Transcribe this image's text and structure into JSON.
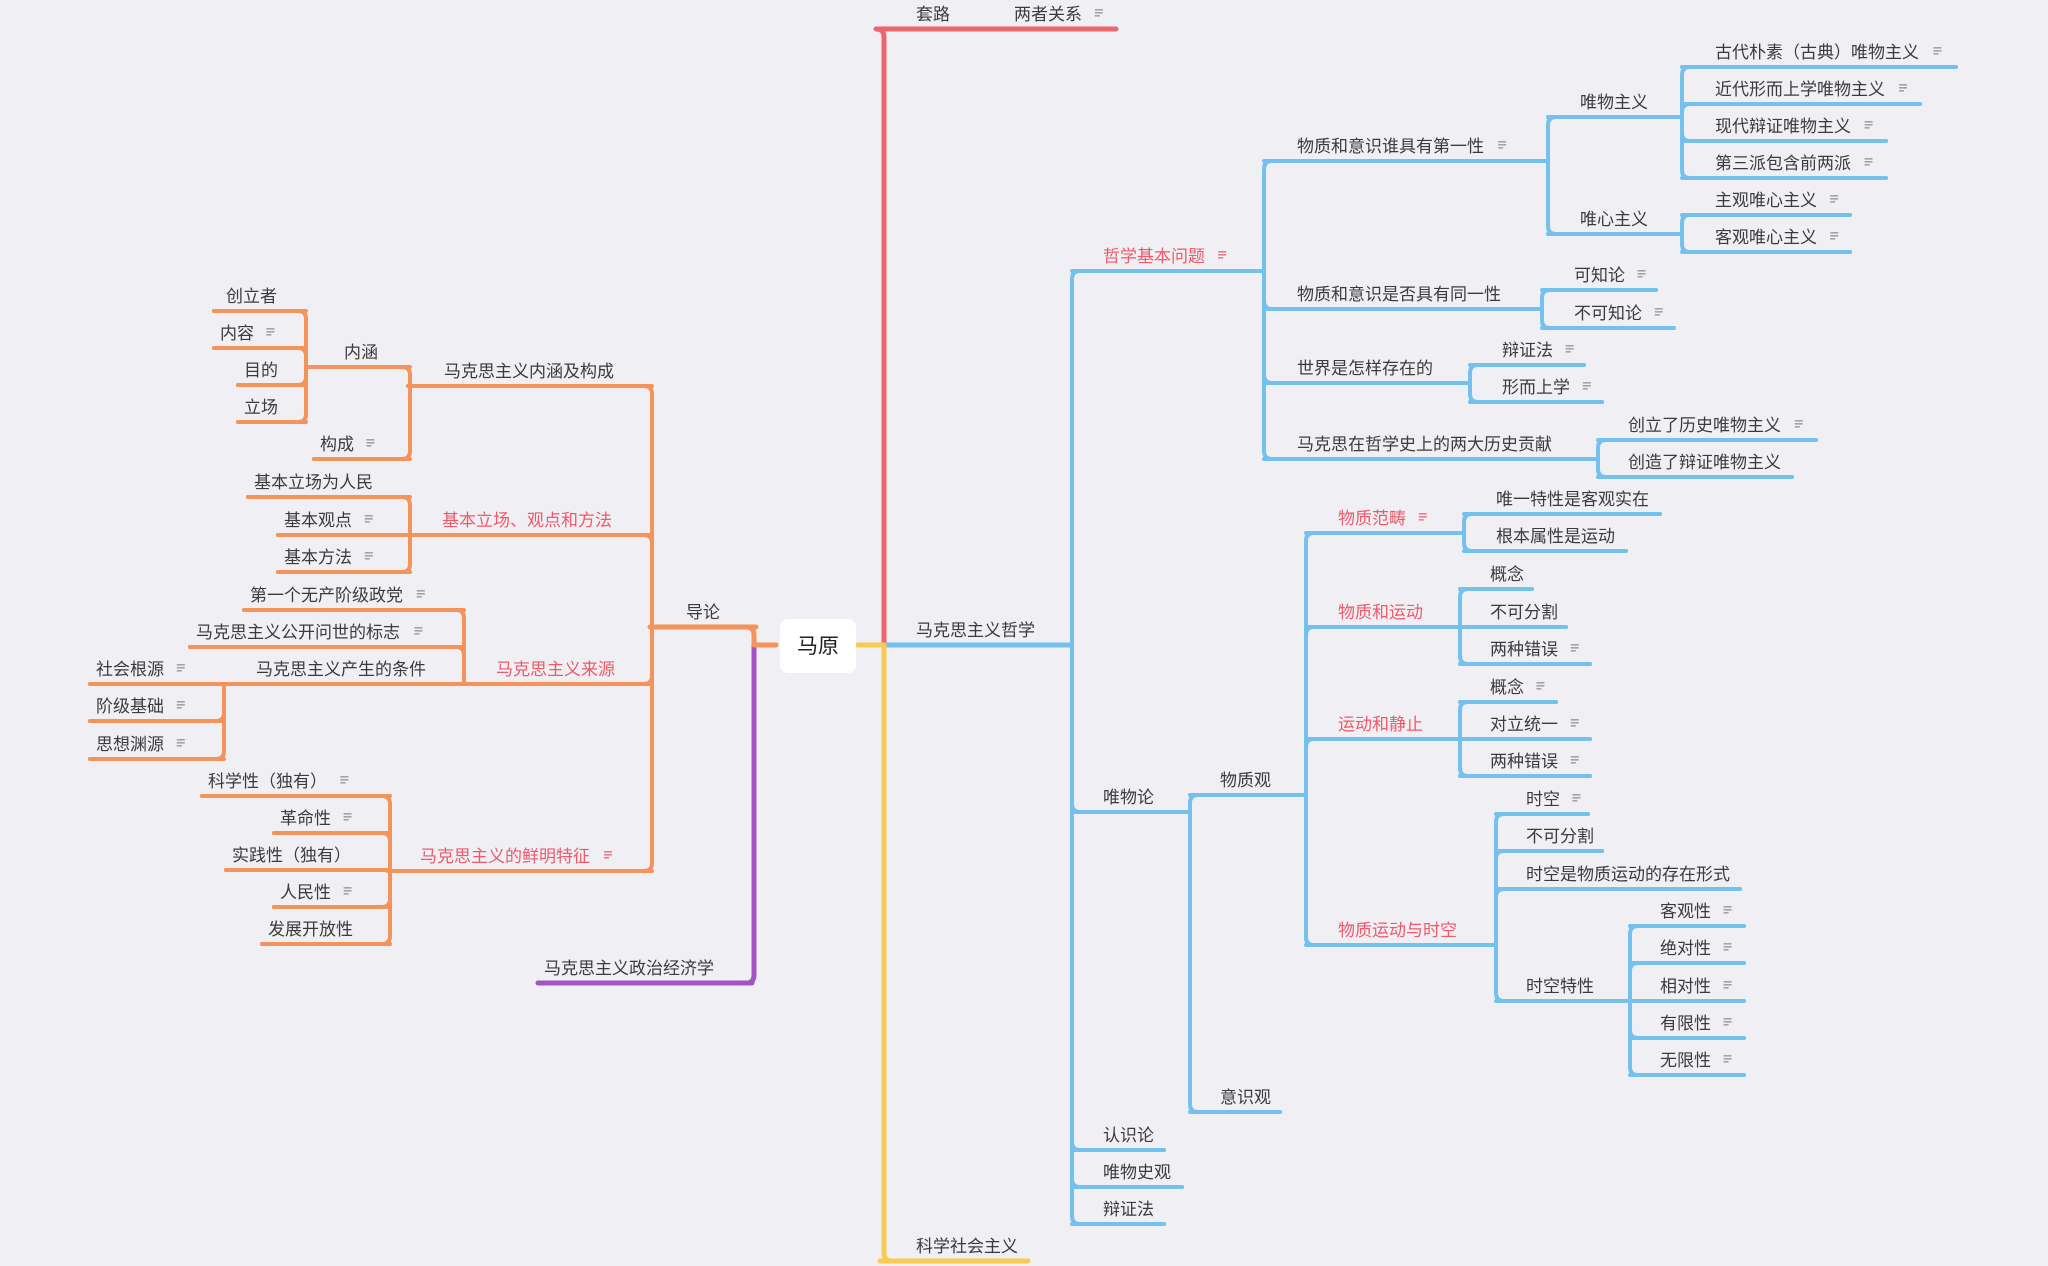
{
  "root": {
    "label": "马原"
  },
  "colors": {
    "red": "#ec6670",
    "orange": "#f4935a",
    "purple": "#a453c3",
    "yellow": "#f8cb53",
    "blue": "#75c1ee",
    "highlight_text": "#ee5a6a"
  },
  "nodes": {
    "taolu": "套路",
    "liangzhe": "两者关系",
    "daolun": "导论",
    "neihan_gc": "马克思主义内涵及构成",
    "neihan": "内涵",
    "chuangli": "创立者",
    "neirong": "内容",
    "mudi": "目的",
    "lichang": "立场",
    "goucheng": "构成",
    "jiben": "基本立场、观点和方法",
    "jiben_lc": "基本立场为人民",
    "jiben_gd": "基本观点",
    "jiben_ff": "基本方法",
    "laiyuan": "马克思主义来源",
    "diyige": "第一个无产阶级政党",
    "gongkai": "马克思主义公开问世的标志",
    "tiaojian": "马克思主义产生的条件",
    "shehui": "社会根源",
    "jieji": "阶级基础",
    "sixiang": "思想渊源",
    "tezheng": "马克思主义的鲜明特征",
    "kexue": "科学性（独有）",
    "geming": "革命性",
    "shijian": "实践性（独有）",
    "renmin": "人民性",
    "fazhan": "发展开放性",
    "zhengjing": "马克思主义政治经济学",
    "zhexue": "马克思主义哲学",
    "jbwt": "哲学基本问题",
    "dyx": "物质和意识谁具有第一性",
    "wwzy": "唯物主义",
    "gudai": "古代朴素（古典）唯物主义",
    "jindai": "近代形而上学唯物主义",
    "xiandai": "现代辩证唯物主义",
    "disan": "第三派包含前两派",
    "wxzy": "唯心主义",
    "zhuguan": "主观唯心主义",
    "keguan": "客观唯心主义",
    "tyx": "物质和意识是否具有同一性",
    "kezhi": "可知论",
    "bukezhi": "不可知论",
    "cunzai": "世界是怎样存在的",
    "bianzhengfa_w": "辩证法",
    "xingershang": "形而上学",
    "gongxian": "马克思在哲学史上的两大历史贡献",
    "lishi": "创立了历史唯物主义",
    "bianzheng_wz": "创造了辩证唯物主义",
    "wwl": "唯物论",
    "wzg": "物质观",
    "wzfc": "物质范畴",
    "weiyi": "唯一特性是客观实在",
    "genben": "根本属性是运动",
    "wzyd": "物质和运动",
    "gainian1": "概念",
    "bukefen1": "不可分割",
    "cuowu1": "两种错误",
    "ydjz": "运动和静止",
    "gainian2": "概念",
    "duili": "对立统一",
    "cuowu2": "两种错误",
    "ydsk": "物质运动与时空",
    "shikong": "时空",
    "bukefen2": "不可分割",
    "cunzaixs": "时空是物质运动的存在形式",
    "sktx": "时空特性",
    "keguanx": "客观性",
    "jueduix": "绝对性",
    "xiangduix": "相对性",
    "youxianx": "有限性",
    "wuxianx": "无限性",
    "yishiguan": "意识观",
    "renshilun": "认识论",
    "lishiguan": "唯物史观",
    "bianzhengfa": "辩证法",
    "kexue_sh": "科学社会主义"
  }
}
